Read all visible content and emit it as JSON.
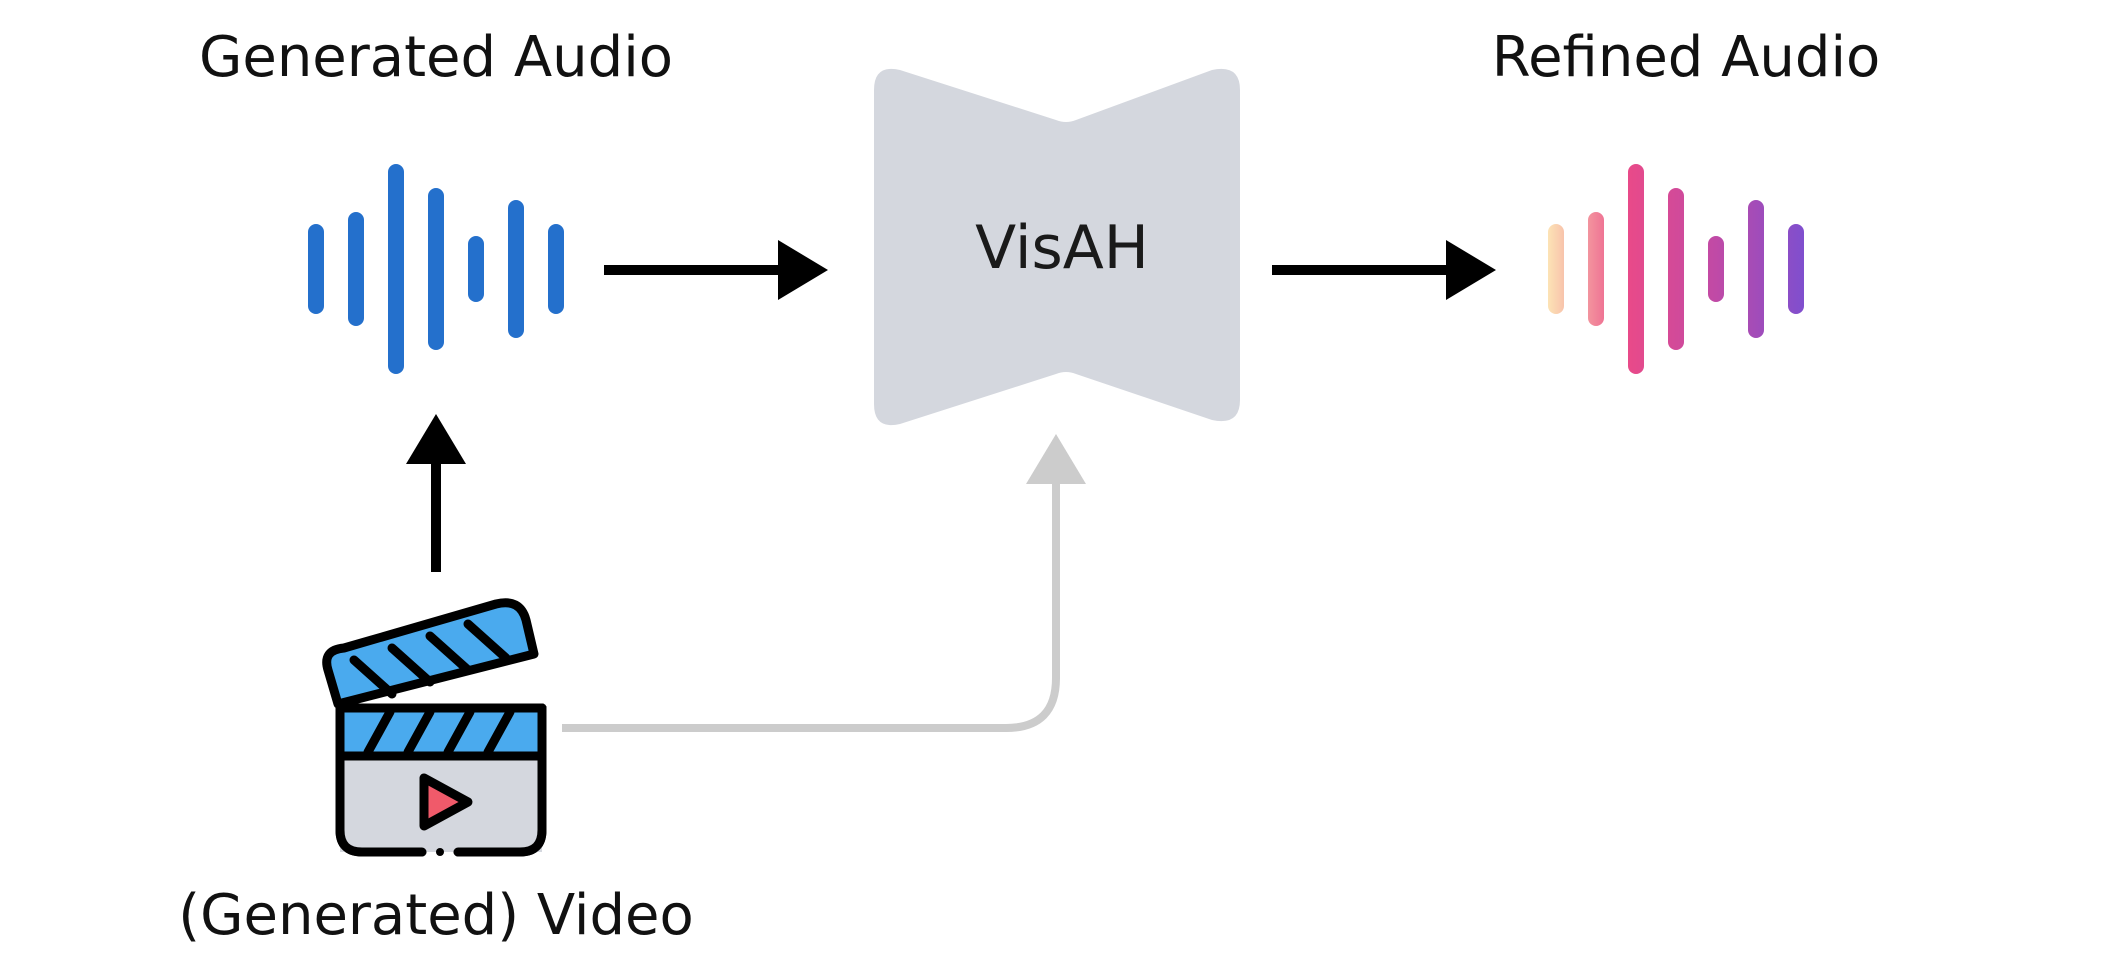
{
  "labels": {
    "generated_audio": "Generated Audio",
    "refined_audio": "Refined Audio",
    "video": "(Generated) Video",
    "model": "VisAH"
  },
  "icons": {
    "input_audio": "waveform-icon",
    "output_audio": "waveform-icon",
    "video": "clapperboard-play-icon"
  },
  "colors": {
    "input_waveform": "#2470cc",
    "output_waveform_gradient": [
      "#fce3b5",
      "#ea4a88",
      "#c04aa6",
      "#7e4fcf"
    ],
    "model_block": "#d4d7de",
    "arrows": "#000000",
    "video_connector": "#cccccc",
    "clapper_stripes": "#4aaaee",
    "play_triangle": "#f05a6a"
  }
}
